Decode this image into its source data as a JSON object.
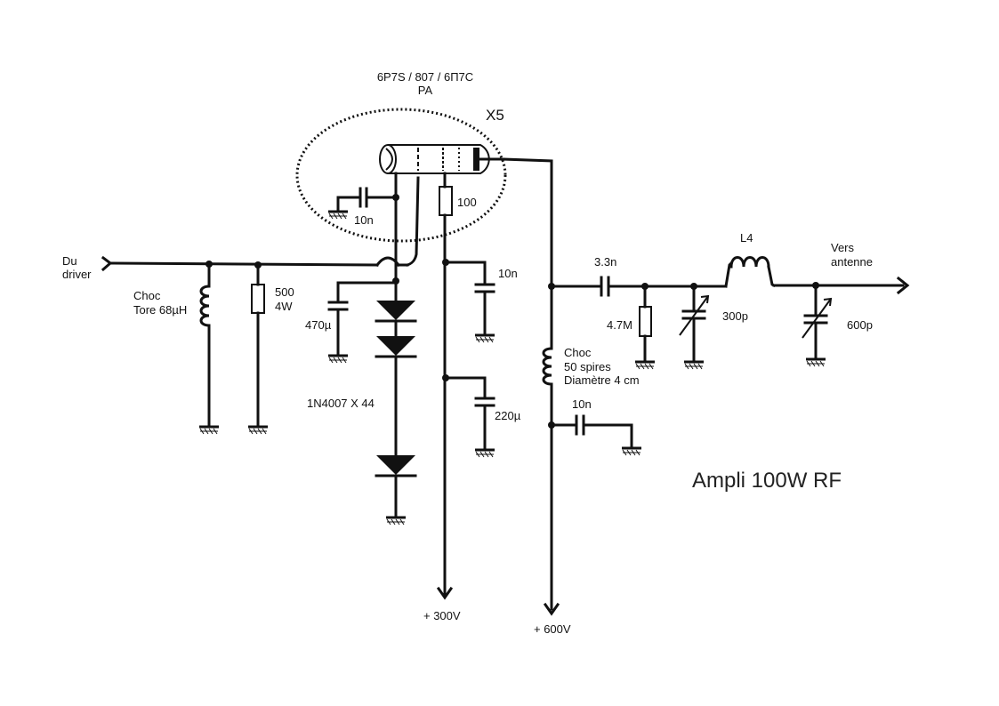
{
  "title": "Ampli 100W RF",
  "tube": {
    "type": "6P7S / 807 / 6П7С",
    "role": "PA",
    "multiplier": "X5"
  },
  "labels": {
    "input_line1": "Du",
    "input_line2": "driver",
    "choke_in_line1": "Choc",
    "choke_in_line2": "Tore 68µH",
    "resistor_500_line1": "500",
    "resistor_500_line2": "4W",
    "cap_10n_cathode": "10n",
    "cap_470u": "470µ",
    "diodes": "1N4007 X 44",
    "resistor_100": "100",
    "cap_10n_screen": "10n",
    "cap_220u": "220µ",
    "supply_300": "+ 300V",
    "supply_600": "+ 600V",
    "cap_3n3": "3.3n",
    "resistor_4m7": "4.7M",
    "var_cap_300p": "300p",
    "inductor_l4": "L4",
    "output_line1": "Vers",
    "output_line2": "antenne",
    "var_cap_600p": "600p",
    "choke_plate_line1": "Choc",
    "choke_plate_line2": "50 spires",
    "choke_plate_line3": "Diamètre 4 cm",
    "cap_10n_plate": "10n"
  }
}
